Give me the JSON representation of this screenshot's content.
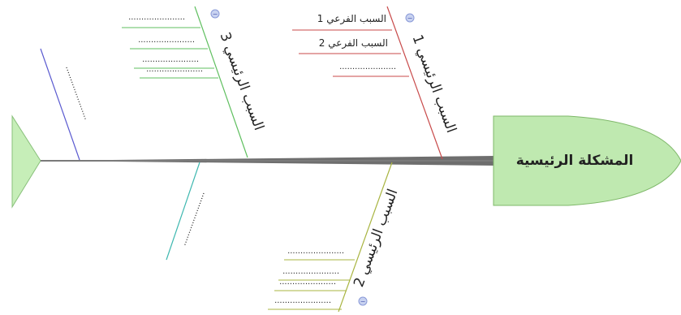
{
  "head": {
    "label": "المشكلة الرئيسية"
  },
  "causes": [
    {
      "label": "السبب الرئيسي 1",
      "color": "#c84a4a",
      "collapse": "−",
      "subs": [
        "السبب الفرعي 1",
        "السبب الفرعي 2",
        "......................"
      ]
    },
    {
      "label": "السبب الرئيسي 2",
      "color": "#a8b440",
      "collapse": "−",
      "subs": [
        "......................",
        "......................",
        "......................",
        "......................"
      ]
    },
    {
      "label": "السبب الرئيسي 3",
      "color": "#5fbf5f",
      "collapse": "−",
      "subs": [
        "......................",
        "......................",
        "......................",
        "......................"
      ]
    },
    {
      "label": "",
      "color": "#5a5ad0",
      "subs": [
        "......................"
      ]
    },
    {
      "label": "",
      "color": "#3fb8b0",
      "subs": [
        "......................"
      ]
    }
  ],
  "colors": {
    "spine": "#6e6e6e",
    "head_fill": "#bfe9b0",
    "head_stroke": "#7fb86a",
    "tail_fill": "#c6eeb8"
  }
}
